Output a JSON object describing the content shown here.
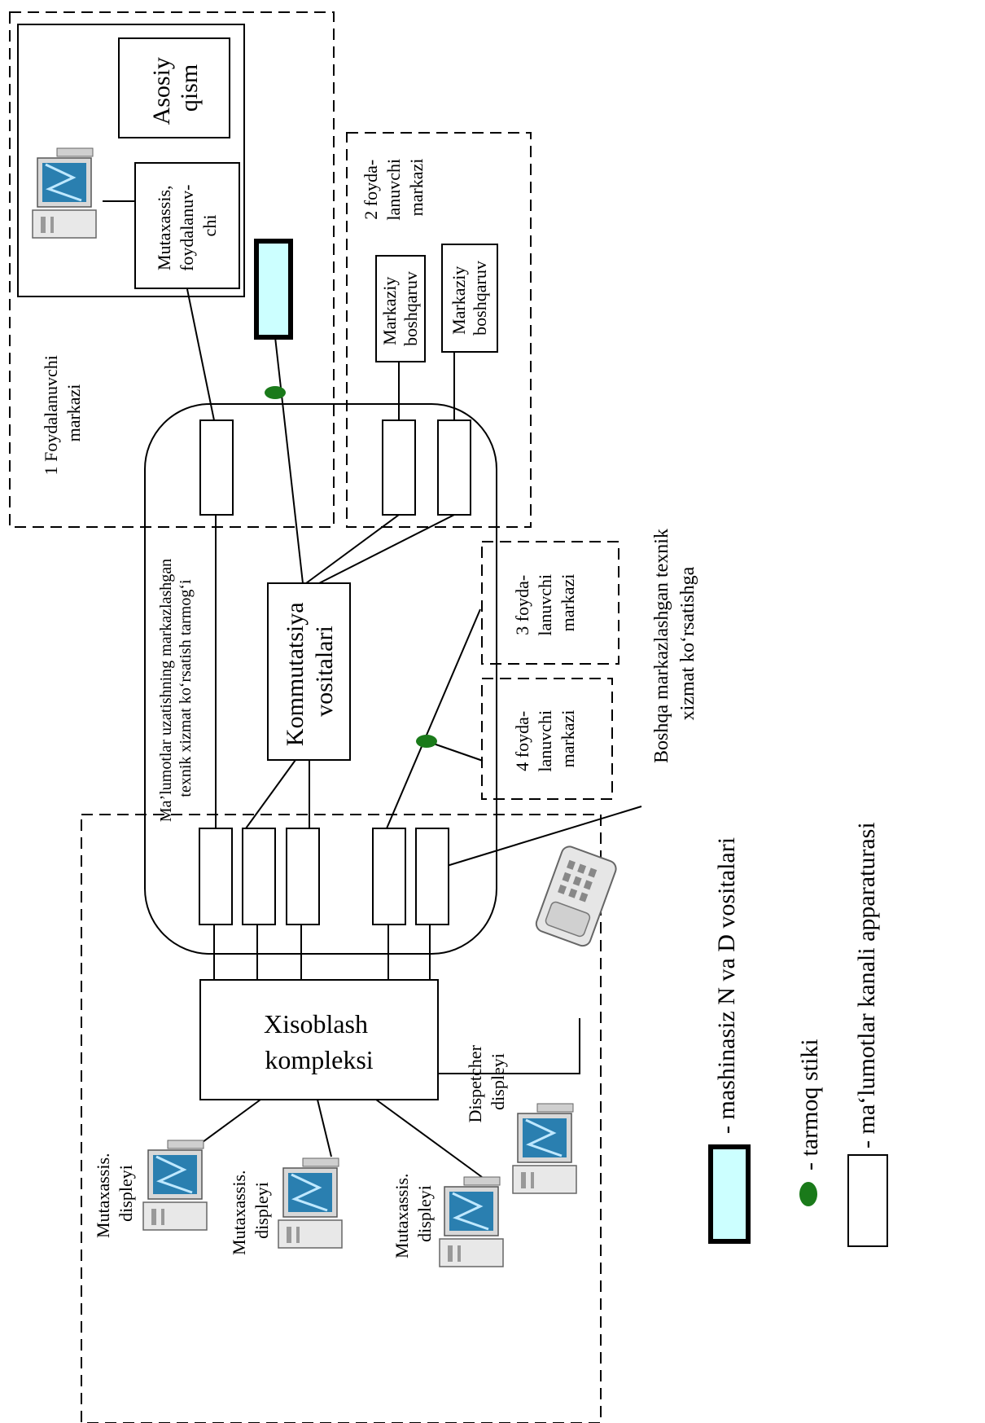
{
  "user_centers": {
    "center1": {
      "label": [
        "1 Foydalanuvchi",
        "markazi"
      ]
    },
    "center2": {
      "label": [
        "2 foyda-",
        "lanuvchi",
        "markazi"
      ]
    },
    "center3": {
      "label": [
        "3 foyda-",
        "lanuvchi",
        "markazi"
      ]
    },
    "center4": {
      "label": [
        "4 foyda-",
        "lanuvchi",
        "markazi"
      ]
    }
  },
  "boxes": {
    "asosiy": [
      "Asosiy",
      "qism"
    ],
    "specialist_user": [
      "Mutaxassis,",
      "foydalanuv-",
      "chi"
    ],
    "central_mgmt": [
      "Markaziy",
      "boshqaruv"
    ],
    "switching": [
      "Kommutatsiya",
      "vositalari"
    ],
    "computing": [
      "Xisoblash",
      "kompleksi"
    ]
  },
  "network_label": [
    "Ma’lumotlar uzatishning markazlashgan",
    "texnik xizmat ko‘rsatish tarmog‘i"
  ],
  "other_service": [
    "Boshqa markazlashgan texnik",
    "xizmat ko‘rsatishga"
  ],
  "displays": {
    "specialist": [
      "Mutaxassis.",
      "displeyi"
    ],
    "dispatcher": [
      "Dispetcher",
      "displeyi"
    ]
  },
  "legend": {
    "machineless": "- mashinasiz N va D vositalari",
    "network_joint": "- tarmoq stiki",
    "channel_equipment": "- ma‘lumotlar kanali apparaturasi"
  },
  "colors": {
    "machineless_fill": "#ccffff",
    "joint_fill": "#1a7a1a"
  }
}
